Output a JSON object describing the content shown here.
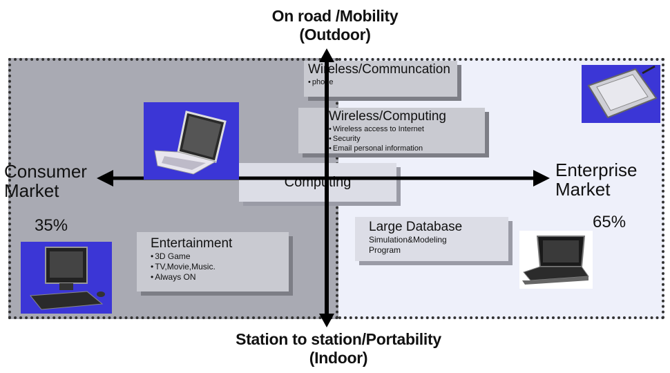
{
  "axes": {
    "top": {
      "line1": "On road /Mobility",
      "line2": "(Outdoor)"
    },
    "bottom": {
      "line1": "Station to station/Portability",
      "line2": "(Indoor)"
    },
    "left": {
      "line1": "Consumer",
      "line2": "Market",
      "percent": "35%"
    },
    "right": {
      "line1": "Enterprise",
      "line2": "Market",
      "percent": "65%"
    }
  },
  "boxes": {
    "wireless_comm": {
      "title": "Wireless/Communcation",
      "bullets": [
        "phone"
      ]
    },
    "wireless_computing": {
      "title": "Wireless/Computing",
      "bullets": [
        "Wireless access to Internet",
        "Security",
        "Email personal information"
      ]
    },
    "computing": {
      "title": "Computing"
    },
    "entertainment": {
      "title": "Entertainment",
      "bullets": [
        "3D Game",
        "TV,Movie,Music.",
        "Always ON"
      ]
    },
    "large_db": {
      "title": "Large Database",
      "body": "Simulation&Modeling Program"
    }
  },
  "colors": {
    "left_region": "#a9aab3",
    "right_region": "#eef0fa",
    "image_bg": "#3b36d6",
    "axis": "#000000"
  },
  "icons": [
    "laptop-image",
    "tablet-image",
    "desktop-image",
    "notebook-image"
  ]
}
